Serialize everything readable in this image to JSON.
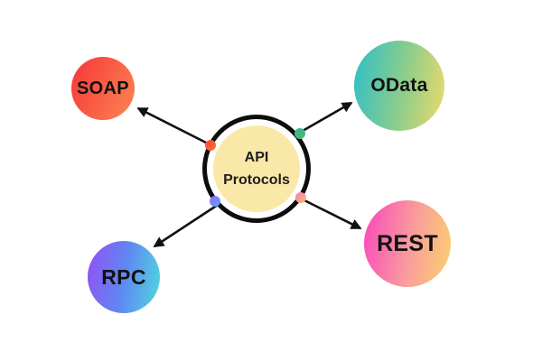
{
  "diagram": {
    "title": "API Protocols",
    "background_color": "#FFFFFF",
    "arrow_color": "#111111",
    "hub": {
      "label_line1": "API",
      "label_line2": "Protocols",
      "fill_color": "#FAE8A8",
      "ring_color": "#0D0D0D",
      "text_color": "#1E1E1E"
    },
    "nodes": [
      {
        "id": "soap",
        "label": "SOAP",
        "position": "top-left",
        "gradient": [
          "#F73B3B",
          "#FB8350"
        ]
      },
      {
        "id": "odata",
        "label": "OData",
        "position": "top-right",
        "gradient": [
          "#35C0C4",
          "#8FCE89",
          "#EFDA6B"
        ]
      },
      {
        "id": "rpc",
        "label": "RPC",
        "position": "bottom-left",
        "gradient": [
          "#8F55F4",
          "#5F87F2",
          "#4FDADF"
        ]
      },
      {
        "id": "rest",
        "label": "REST",
        "position": "bottom-right",
        "gradient": [
          "#F94FB9",
          "#F99E9B",
          "#FBD36C"
        ]
      }
    ],
    "connector_dots": [
      {
        "id": "dot-soap",
        "colors": [
          "#FA4E33",
          "#FB713B"
        ]
      },
      {
        "id": "dot-odata",
        "colors": [
          "#31B3AC",
          "#4FBC5A"
        ]
      },
      {
        "id": "dot-rpc",
        "colors": [
          "#9A68F6",
          "#56A9F8"
        ]
      },
      {
        "id": "dot-rest",
        "colors": [
          "#F87FAE",
          "#FBB878"
        ]
      }
    ]
  }
}
